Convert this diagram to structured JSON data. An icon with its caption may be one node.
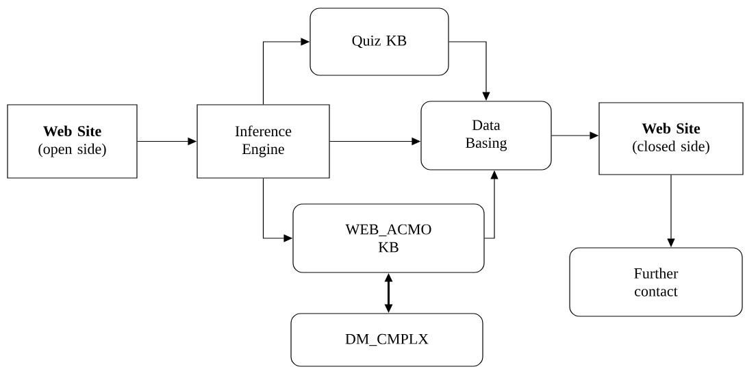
{
  "diagram": {
    "nodes": [
      {
        "text": [
          "Web Site",
          "(open side)"
        ]
      },
      {
        "text": [
          "Quiz KB"
        ]
      },
      {
        "text": [
          "Inference Engine"
        ]
      },
      {
        "text": [
          "Data Basing"
        ]
      },
      {
        "text": [
          "Web Site",
          "(closed side)"
        ]
      },
      {
        "text": [
          "WEB_ACMO KB"
        ]
      },
      {
        "text": [
          "Further contact"
        ]
      },
      {
        "text": [
          "DM_CMPLX"
        ]
      }
    ],
    "edges": [
      {
        "from": 0,
        "to": 2,
        "arrow": "to"
      },
      {
        "from": 2,
        "to": 1,
        "arrow": "to"
      },
      {
        "from": 2,
        "to": 3,
        "arrow": "to"
      },
      {
        "from": 1,
        "to": 3,
        "arrow": "to"
      },
      {
        "from": 3,
        "to": 4,
        "arrow": "to"
      },
      {
        "from": 2,
        "to": 5,
        "arrow": "to"
      },
      {
        "from": 5,
        "to": 3,
        "arrow": "to"
      },
      {
        "from": 5,
        "to": 7,
        "arrow": "both",
        "style": "thick"
      },
      {
        "from": 4,
        "to": 6,
        "arrow": "to"
      }
    ]
  }
}
